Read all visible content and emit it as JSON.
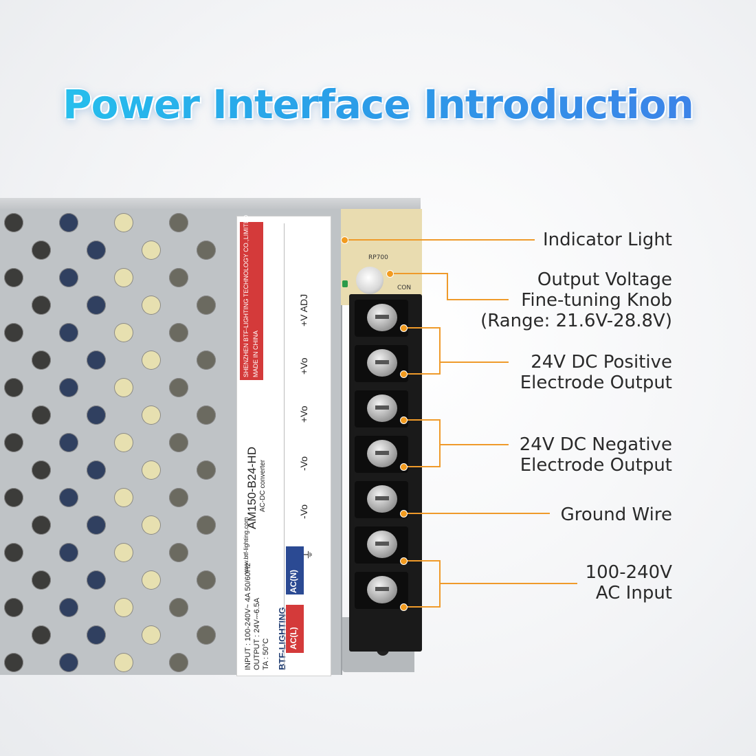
{
  "title": "Power Interface Introduction",
  "accent_color": "#f29b1f",
  "title_gradient": [
    "#25c6ee",
    "#3f7fe8"
  ],
  "label": {
    "brand": "BTF-LIGHTING",
    "model": "AM150-B24-HD",
    "subtitle": "AC-DC converter",
    "input": "INPUT : 100-240V~ 4A 50/60Hz",
    "output": "OUTPUT : 24V⎓6.5A",
    "ta": "TA : 50°C",
    "company": "SHENZHEN BTF-LIGHTING TECHNOLOGY CO.,LIMITED",
    "made_in": "MADE IN CHINA",
    "website": "www.btf-lighting.com",
    "terminals": [
      "+V ADJ",
      "+Vo",
      "+Vo",
      "-Vo",
      "-Vo",
      "⏚",
      "AC(N)",
      "AC(L)"
    ]
  },
  "pcb": {
    "rp": "RP700",
    "con": "CON"
  },
  "callouts": [
    {
      "lines": [
        "Indicator Light"
      ]
    },
    {
      "lines": [
        "Output Voltage",
        "Fine-tuning Knob",
        "(Range: 21.6V-28.8V)"
      ]
    },
    {
      "lines": [
        "24V DC Positive",
        "Electrode Output"
      ]
    },
    {
      "lines": [
        "24V DC Negative",
        "Electrode Output"
      ]
    },
    {
      "lines": [
        "Ground Wire"
      ]
    },
    {
      "lines": [
        "100-240V",
        "AC Input"
      ]
    }
  ]
}
